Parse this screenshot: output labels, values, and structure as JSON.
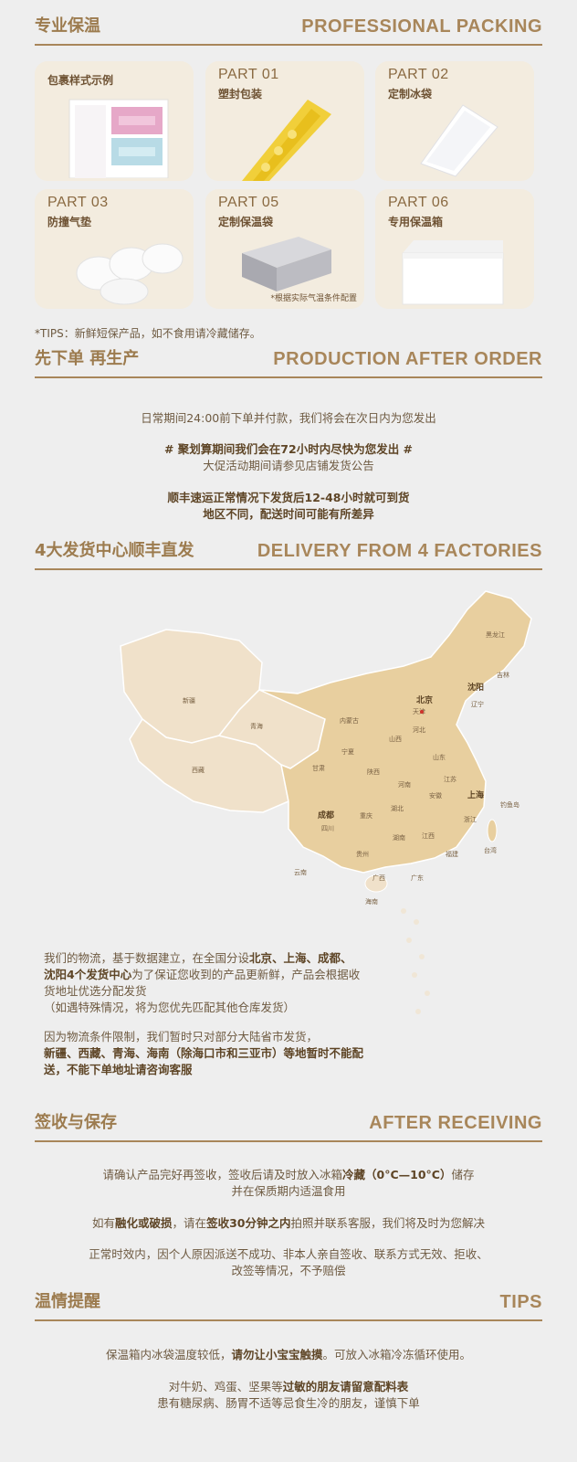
{
  "packing": {
    "title_cn": "专业保温",
    "title_en": "PROFESSIONAL PACKING",
    "cards": [
      {
        "part": "",
        "label": "包裹样式示例",
        "note": ""
      },
      {
        "part": "PART 01",
        "label": "塑封包装",
        "note": ""
      },
      {
        "part": "PART 02",
        "label": "定制冰袋",
        "note": ""
      },
      {
        "part": "PART 03",
        "label": "防撞气垫",
        "note": ""
      },
      {
        "part": "PART 05",
        "label": "定制保温袋",
        "note": "*根据实际气温条件配置"
      },
      {
        "part": "PART 06",
        "label": "专用保温箱",
        "note": ""
      }
    ],
    "tips": "*TIPS：新鲜短保产品，如不食用请冷藏储存。"
  },
  "production": {
    "title_cn": "先下单 再生产",
    "title_en": "PRODUCTION AFTER ORDER",
    "line1": "日常期间24:00前下单并付款，我们将会在次日内为您发出",
    "line2": "# 聚划算期间我们会在72小时内尽快为您发出 #",
    "line3": "大促活动期间请参见店铺发货公告",
    "line4": "顺丰速运正常情况下发货后12-48小时就可到货",
    "line5": "地区不同，配送时间可能有所差异"
  },
  "delivery": {
    "title_cn": "4大发货中心顺丰直发",
    "title_en": "DELIVERY FROM 4 FACTORIES",
    "map_labels": {
      "heilongjiang": "黑龙江",
      "jilin": "吉林",
      "liaoning": "辽宁",
      "shenyang": "沈阳",
      "beijing": "北京",
      "tianjin": "天津",
      "hebei": "河北",
      "neimenggu": "内蒙古",
      "shanxi": "山西",
      "shandong": "山东",
      "ningxia": "宁夏",
      "gansu": "甘肃",
      "shaanxi": "陕西",
      "henan": "河南",
      "jiangsu": "江苏",
      "shanghai": "上海",
      "anhui": "安徽",
      "hubei": "湖北",
      "zhejiang": "浙江",
      "chengdu": "成都",
      "sichuan": "四川",
      "chongqing": "重庆",
      "guizhou": "贵州",
      "hunan": "湖南",
      "jiangxi": "江西",
      "fujian": "福建",
      "yunnan": "云南",
      "guangxi": "广西",
      "guangdong": "广东",
      "taiwan": "台湾",
      "hainan": "海南",
      "diaoyudao": "钓鱼岛",
      "xinjiang": "新疆",
      "qinghai": "青海",
      "xizang": "西藏"
    },
    "para1_a": "我们的物流，基于数据建立，在全国分设",
    "para1_b": "北京、上海、成都、沈阳4个发货中心",
    "para1_c": "为了保证您收到的产品更新鲜，产品会根据收货地址优选分配发货",
    "para1_d": "（如遇特殊情况，将为您优先匹配其他仓库发货）",
    "para2_a": "因为物流条件限制，我们暂时只对部分大陆省市发货，",
    "para2_b": "新疆、西藏、青海、海南（除海口市和三亚市）等地暂时不能配送，不能下单地址请咨询客服"
  },
  "receiving": {
    "title_cn": "签收与保存",
    "title_en": "AFTER RECEIVING",
    "line1_a": "请确认产品完好再签收，签收后请及时放入冰箱",
    "line1_b": "冷藏（0°C—10°C）",
    "line1_c": "储存",
    "line2": "并在保质期内适温食用",
    "line3_a": "如有",
    "line3_b": "融化或破损",
    "line3_c": "，请在",
    "line3_d": "签收30分钟之内",
    "line3_e": "拍照并联系客服，我们将及时为您解决",
    "line4": "正常时效内，因个人原因派送不成功、非本人亲自签收、联系方式无效、拒收、",
    "line5": "改签等情况，不予赔偿"
  },
  "tips": {
    "title_cn": "温情提醒",
    "title_en": "TIPS",
    "line1_a": "保温箱内冰袋温度较低，",
    "line1_b": "请勿让小宝宝触摸",
    "line1_c": "。可放入冰箱冷冻循环使用。",
    "line2_a": "对牛奶、鸡蛋、坚果等",
    "line2_b": "过敏的朋友请留意配料表",
    "line3": "患有糖尿病、肠胃不适等忌食生冷的朋友，谨慎下单"
  }
}
